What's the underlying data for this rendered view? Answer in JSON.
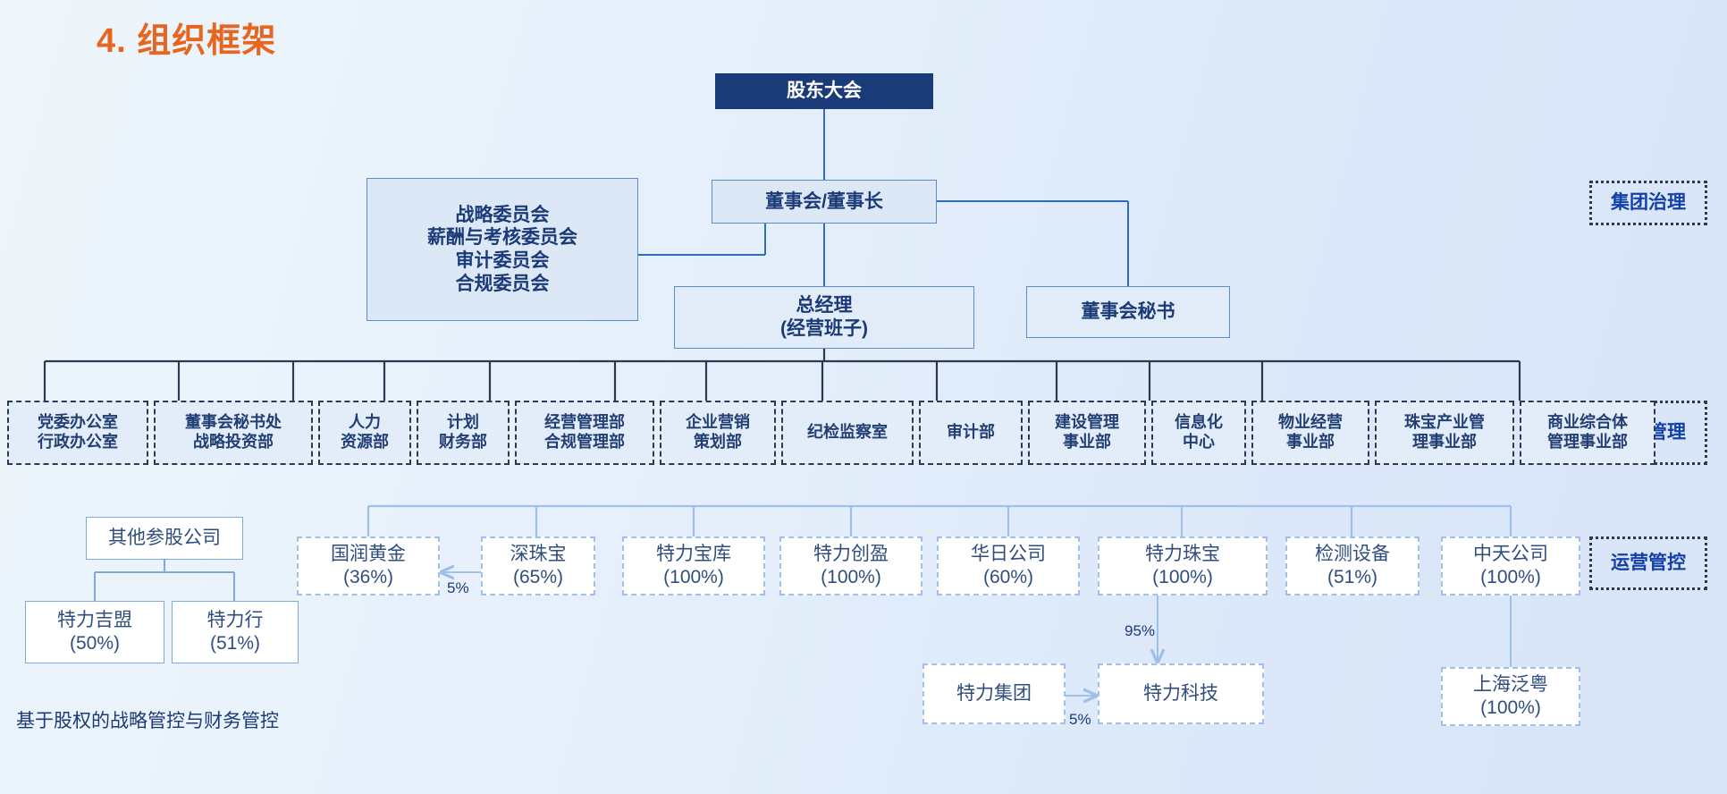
{
  "page": {
    "title": "4. 组织框架",
    "title_color": "#e8651f",
    "footnote": "基于股权的战略管控与财务管控"
  },
  "side_labels": [
    {
      "name": "group-governance",
      "label": "集团治理"
    },
    {
      "name": "functional-management",
      "label": "职能管理"
    },
    {
      "name": "operational-control",
      "label": "运营管控"
    }
  ],
  "governance": {
    "shareholders_meeting": "股东大会",
    "board": "董事会/董事长",
    "committees": [
      "战略委员会",
      "薪酬与考核委员会",
      "审计委员会",
      "合规委员会"
    ],
    "general_manager_line1": "总经理",
    "general_manager_line2": "(经营班子)",
    "board_secretary": "董事会秘书"
  },
  "functional_departments": [
    {
      "line1": "党委办公室",
      "line2": "行政办公室"
    },
    {
      "line1": "董事会秘书处",
      "line2": "战略投资部"
    },
    {
      "line1": "人力",
      "line2": "资源部"
    },
    {
      "line1": "计划",
      "line2": "财务部"
    },
    {
      "line1": "经营管理部",
      "line2": "合规管理部"
    },
    {
      "line1": "企业营销",
      "line2": "策划部"
    },
    {
      "line1": "纪检监察室",
      "line2": ""
    },
    {
      "line1": "审计部",
      "line2": ""
    },
    {
      "line1": "建设管理",
      "line2": "事业部"
    },
    {
      "line1": "信息化",
      "line2": "中心"
    },
    {
      "line1": "物业经营",
      "line2": "事业部"
    },
    {
      "line1": "珠宝产业管",
      "line2": "理事业部"
    },
    {
      "line1": "商业综合体",
      "line2": "管理事业部"
    }
  ],
  "operating_companies": [
    {
      "line1": "国润黄金",
      "line2": "(36%)"
    },
    {
      "line1": "深珠宝",
      "line2": "(65%)"
    },
    {
      "line1": "特力宝库",
      "line2": "(100%)"
    },
    {
      "line1": "特力创盈",
      "line2": "(100%)"
    },
    {
      "line1": "华日公司",
      "line2": "(60%)"
    },
    {
      "line1": "特力珠宝",
      "line2": "(100%)"
    },
    {
      "line1": "检测设备",
      "line2": "(51%)"
    },
    {
      "line1": "中天公司",
      "line2": "(100%)"
    }
  ],
  "affiliates": {
    "parent": "其他参股公司",
    "children": [
      {
        "line1": "特力吉盟",
        "line2": "(50%)"
      },
      {
        "line1": "特力行",
        "line2": "(51%)"
      }
    ]
  },
  "sub_companies": {
    "teli_group": "特力集团",
    "teli_tech": "特力科技",
    "shanghai_fanyue_line1": "上海泛粤",
    "shanghai_fanyue_line2": "(100%)"
  },
  "ownership_labels": {
    "shenzhubao_to_guorun": "5%",
    "telizhubao_to_telikeji": "95%",
    "teligroup_to_telikeji": "5%"
  },
  "colors": {
    "accent_orange": "#e8651f",
    "navy": "#1b3a78",
    "line_blue": "#5b8ccb",
    "line_dark": "#2b3a4f"
  }
}
